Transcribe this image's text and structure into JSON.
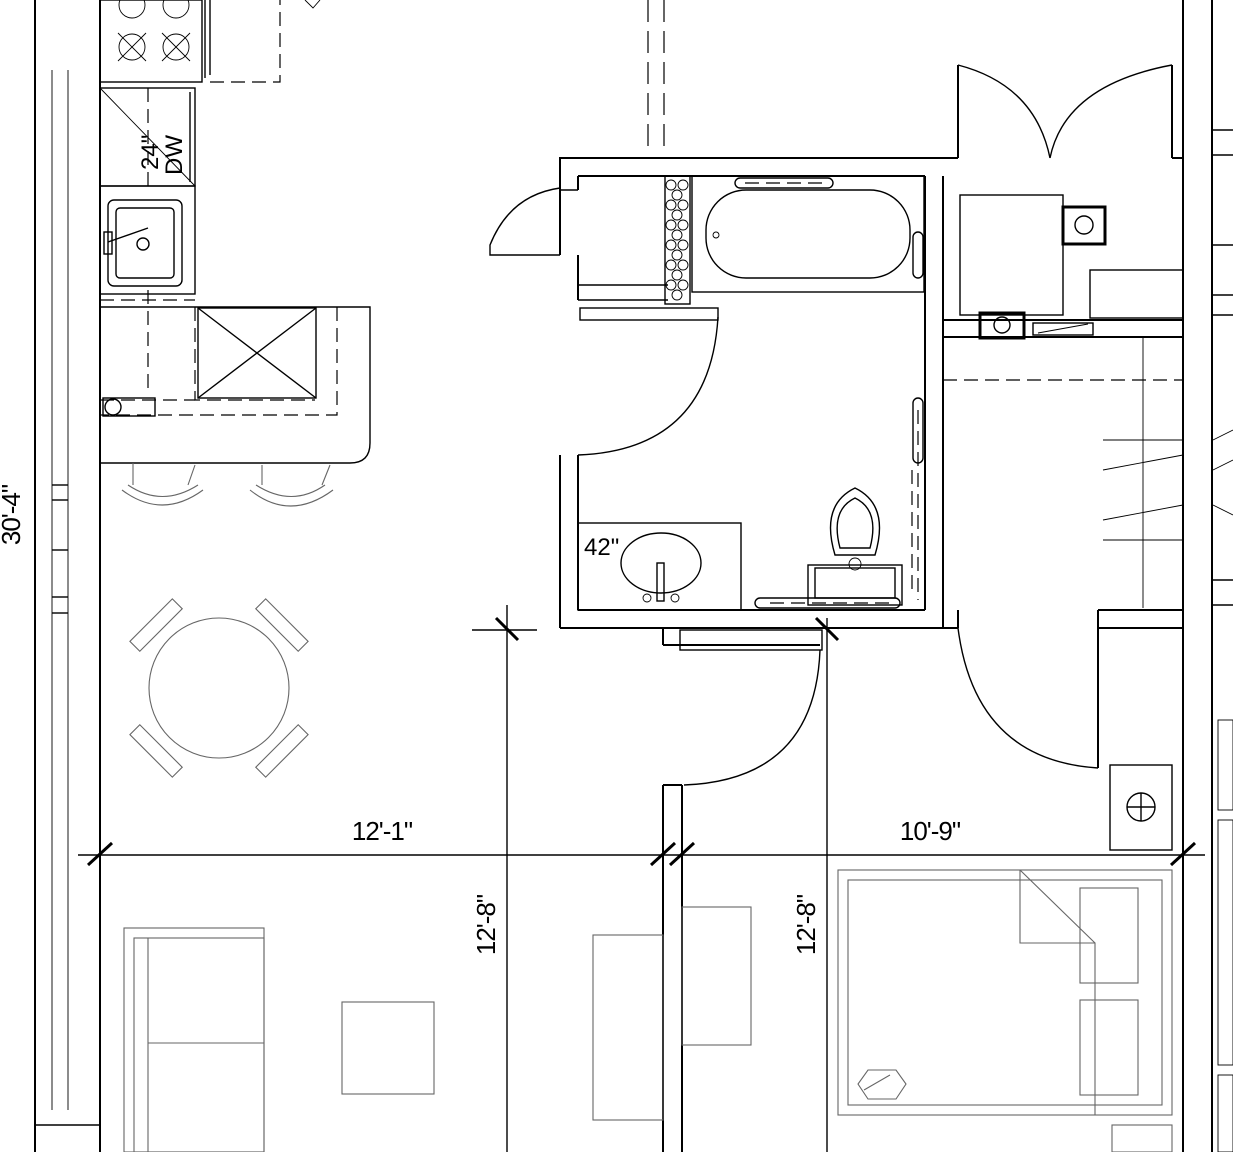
{
  "dimensions": {
    "overall_height": "30'-4\"",
    "living_width": "12'-1\"",
    "bedroom_width": "10'-9\"",
    "living_depth": "12'-8\"",
    "bedroom_depth": "12'-8\""
  },
  "fixtures": {
    "dishwasher_size": "24\"",
    "dishwasher_label": "DW",
    "vanity_size": "42\""
  }
}
